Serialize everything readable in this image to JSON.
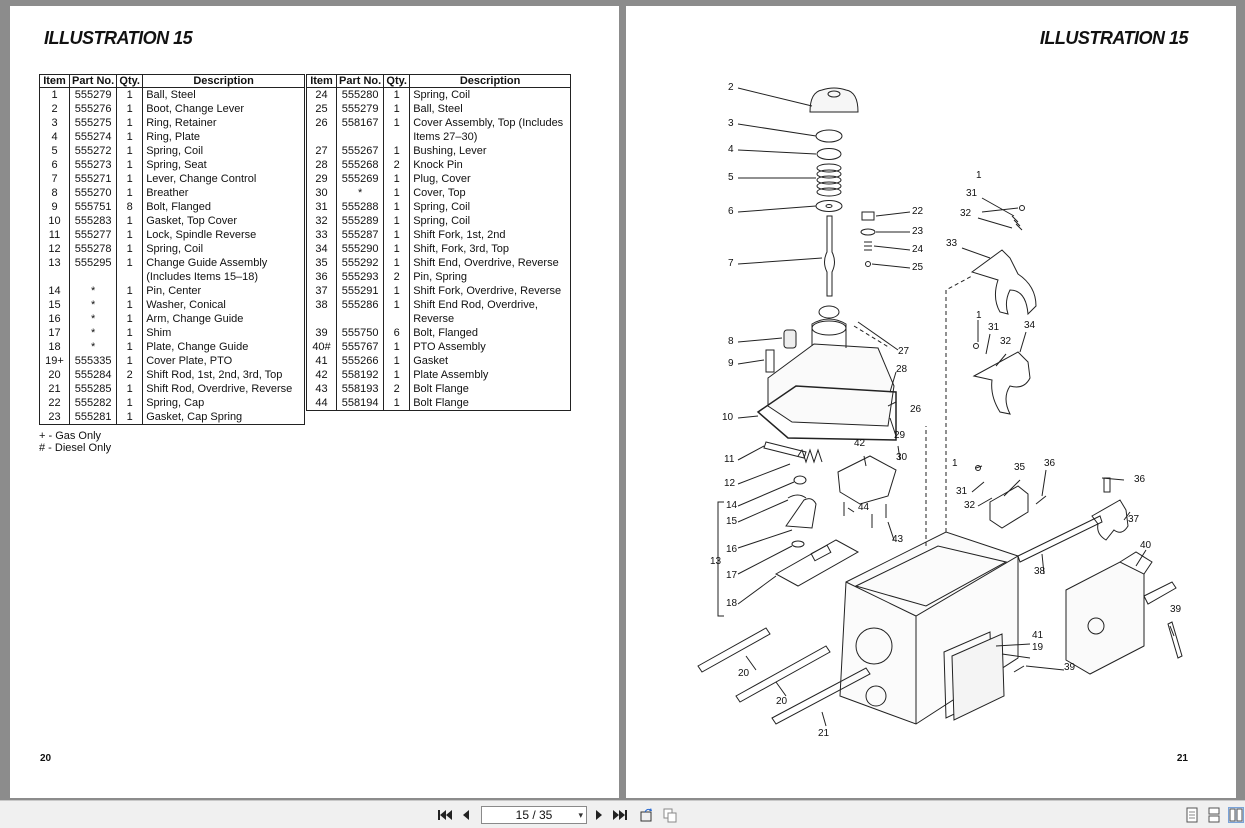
{
  "left_page": {
    "title": "ILLUSTRATION 15",
    "page_number": "20",
    "headers": [
      "Item",
      "Part No.",
      "Qty.",
      "Description"
    ],
    "table1": [
      [
        "1",
        "555279",
        "1",
        "Ball, Steel"
      ],
      [
        "2",
        "555276",
        "1",
        "Boot, Change Lever"
      ],
      [
        "3",
        "555275",
        "1",
        "Ring, Retainer"
      ],
      [
        "4",
        "555274",
        "1",
        "Ring, Plate"
      ],
      [
        "5",
        "555272",
        "1",
        "Spring, Coil"
      ],
      [
        "6",
        "555273",
        "1",
        "Spring, Seat"
      ],
      [
        "7",
        "555271",
        "1",
        "Lever, Change Control"
      ],
      [
        "8",
        "555270",
        "1",
        "Breather"
      ],
      [
        "9",
        "555751",
        "8",
        "Bolt, Flanged"
      ],
      [
        "10",
        "555283",
        "1",
        "Gasket, Top Cover"
      ],
      [
        "11",
        "555277",
        "1",
        "Lock, Spindle Reverse"
      ],
      [
        "12",
        "555278",
        "1",
        "Spring, Coil"
      ],
      [
        "13",
        "555295",
        "1",
        "Change Guide Assembly (Includes Items 15–18)"
      ],
      [
        "14",
        "*",
        "1",
        "Pin, Center"
      ],
      [
        "15",
        "*",
        "1",
        "Washer, Conical"
      ],
      [
        "16",
        "*",
        "1",
        "Arm, Change Guide"
      ],
      [
        "17",
        "*",
        "1",
        "Shim"
      ],
      [
        "18",
        "*",
        "1",
        "Plate, Change Guide"
      ],
      [
        "19+",
        "555335",
        "1",
        "Cover Plate, PTO"
      ],
      [
        "20",
        "555284",
        "2",
        "Shift Rod, 1st, 2nd, 3rd, Top"
      ],
      [
        "21",
        "555285",
        "1",
        "Shift Rod, Overdrive, Reverse"
      ],
      [
        "22",
        "555282",
        "1",
        "Spring, Cap"
      ],
      [
        "23",
        "555281",
        "1",
        "Gasket, Cap Spring"
      ]
    ],
    "table2": [
      [
        "24",
        "555280",
        "1",
        "Spring, Coil"
      ],
      [
        "25",
        "555279",
        "1",
        "Ball, Steel"
      ],
      [
        "26",
        "558167",
        "1",
        "Cover Assembly, Top (Includes Items 27–30)"
      ],
      [
        "27",
        "555267",
        "1",
        "Bushing, Lever"
      ],
      [
        "28",
        "555268",
        "2",
        "Knock Pin"
      ],
      [
        "29",
        "555269",
        "1",
        "Plug, Cover"
      ],
      [
        "30",
        "*",
        "1",
        "Cover, Top"
      ],
      [
        "31",
        "555288",
        "1",
        "Spring, Coil"
      ],
      [
        "32",
        "555289",
        "1",
        "Spring, Coil"
      ],
      [
        "33",
        "555287",
        "1",
        "Shift Fork, 1st, 2nd"
      ],
      [
        "34",
        "555290",
        "1",
        "Shift, Fork, 3rd, Top"
      ],
      [
        "35",
        "555292",
        "1",
        "Shift End, Overdrive, Reverse"
      ],
      [
        "36",
        "555293",
        "2",
        "Pin, Spring"
      ],
      [
        "37",
        "555291",
        "1",
        "Shift Fork, Overdrive, Reverse"
      ],
      [
        "38",
        "555286",
        "1",
        "Shift End Rod, Overdrive, Reverse"
      ],
      [
        "39",
        "555750",
        "6",
        "Bolt, Flanged"
      ],
      [
        "40#",
        "555767",
        "1",
        "PTO Assembly"
      ],
      [
        "41",
        "555266",
        "1",
        "Gasket"
      ],
      [
        "42",
        "558192",
        "1",
        "Plate Assembly"
      ],
      [
        "43",
        "558193",
        "2",
        "Bolt Flange"
      ],
      [
        "44",
        "558194",
        "1",
        "Bolt Flange"
      ]
    ],
    "footnotes": [
      "+ - Gas Only",
      "# - Diesel Only"
    ]
  },
  "right_page": {
    "title": "ILLUSTRATION 15",
    "page_number": "21",
    "callouts": [
      "1",
      "2",
      "3",
      "4",
      "5",
      "6",
      "7",
      "8",
      "9",
      "10",
      "11",
      "12",
      "13",
      "14",
      "15",
      "16",
      "17",
      "18",
      "19",
      "20",
      "21",
      "22",
      "23",
      "24",
      "25",
      "26",
      "27",
      "28",
      "29",
      "30",
      "31",
      "32",
      "33",
      "34",
      "35",
      "36",
      "37",
      "38",
      "39",
      "40",
      "41",
      "42",
      "43",
      "44"
    ]
  },
  "toolbar": {
    "page_indicator": "15 / 35",
    "icons": {
      "first": "first-page-icon",
      "prev": "previous-page-icon",
      "next": "next-page-icon",
      "last": "last-page-icon",
      "rotate": "rotate-icon",
      "copy": "copy-icon",
      "single": "single-page-icon",
      "continuous": "continuous-page-icon",
      "facing": "facing-pages-icon"
    }
  }
}
